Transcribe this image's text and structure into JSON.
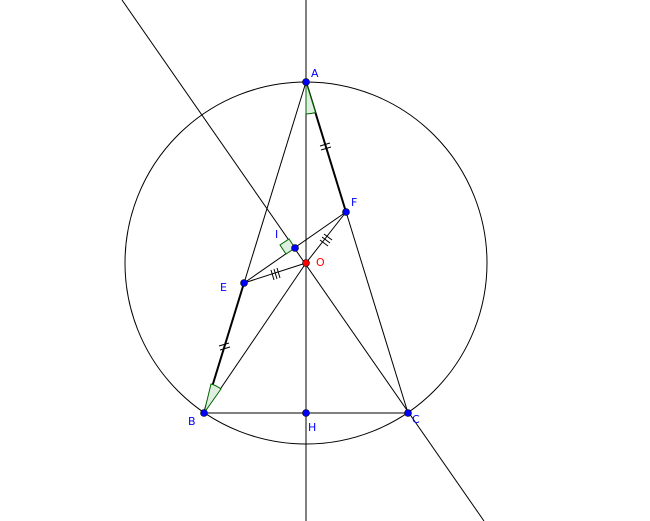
{
  "points": {
    "A": {
      "label": "A",
      "color": "#0000ff"
    },
    "B": {
      "label": "B",
      "color": "#0000ff"
    },
    "C": {
      "label": "C",
      "color": "#0000ff"
    },
    "E": {
      "label": "E",
      "color": "#0000ff"
    },
    "F": {
      "label": "F",
      "color": "#0000ff"
    },
    "H": {
      "label": "H",
      "color": "#0000ff"
    },
    "I": {
      "label": "I",
      "color": "#0000ff"
    },
    "O": {
      "label": "O",
      "color": "#ff0000"
    }
  },
  "colors": {
    "line": "#000000",
    "angle_fill": "#e0f0e0",
    "angle_stroke": "#006400"
  }
}
